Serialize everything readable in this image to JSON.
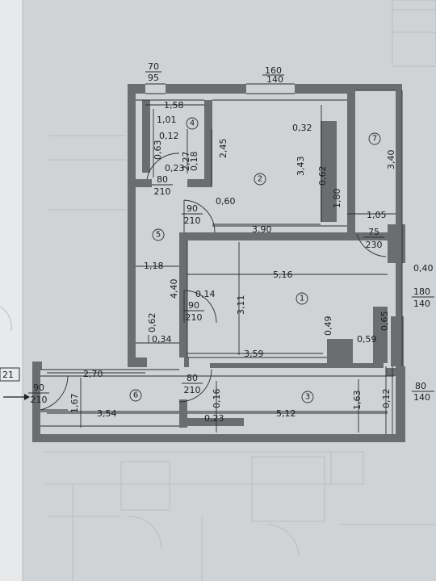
{
  "page_number": "21",
  "windows": [
    {
      "id": "w-top-left",
      "top": "70",
      "bottom": "95"
    },
    {
      "id": "w-top-mid",
      "top": "160",
      "bottom": "140"
    },
    {
      "id": "w-right-1",
      "top": "180",
      "bottom": "140"
    },
    {
      "id": "w-right-2",
      "top": "80",
      "bottom": "140"
    }
  ],
  "doors": [
    {
      "id": "d-room4",
      "top": "80",
      "bottom": "210"
    },
    {
      "id": "d-room2",
      "top": "90",
      "bottom": "210"
    },
    {
      "id": "d-room1",
      "top": "90",
      "bottom": "210"
    },
    {
      "id": "d-room7",
      "top": "75",
      "bottom": "230"
    },
    {
      "id": "d-entry",
      "top": "90",
      "bottom": "210"
    },
    {
      "id": "d-room3",
      "top": "80",
      "bottom": "210"
    }
  ],
  "rooms": [
    "1",
    "2",
    "3",
    "4",
    "5",
    "6",
    "7"
  ],
  "dims": {
    "d158": "1,58",
    "d101": "1,01",
    "d012a": "0,12",
    "d063": "0,63",
    "d227": "2,27",
    "d023a": "0,23",
    "d018": "0,18",
    "d245": "2,45",
    "d343": "3,43",
    "d032": "0,32",
    "d062a": "0,62",
    "d180": "1,80",
    "d340": "3,40",
    "d060": "0,60",
    "d390": "3,90",
    "d105": "1,05",
    "d118": "1,18",
    "d440": "4,40",
    "d516": "5,16",
    "d040": "0,40",
    "d014": "0,14",
    "d311": "3,11",
    "d049": "0,49",
    "d065": "0,65",
    "d062b": "0,62",
    "d034": "0,34",
    "d359": "3,59",
    "d059": "0,59",
    "d270": "2,70",
    "d016": "0,16",
    "d163": "1,63",
    "d012b": "0,12",
    "d167": "1,67",
    "d354": "3,54",
    "d023b": "0,23",
    "d512": "5,12"
  }
}
